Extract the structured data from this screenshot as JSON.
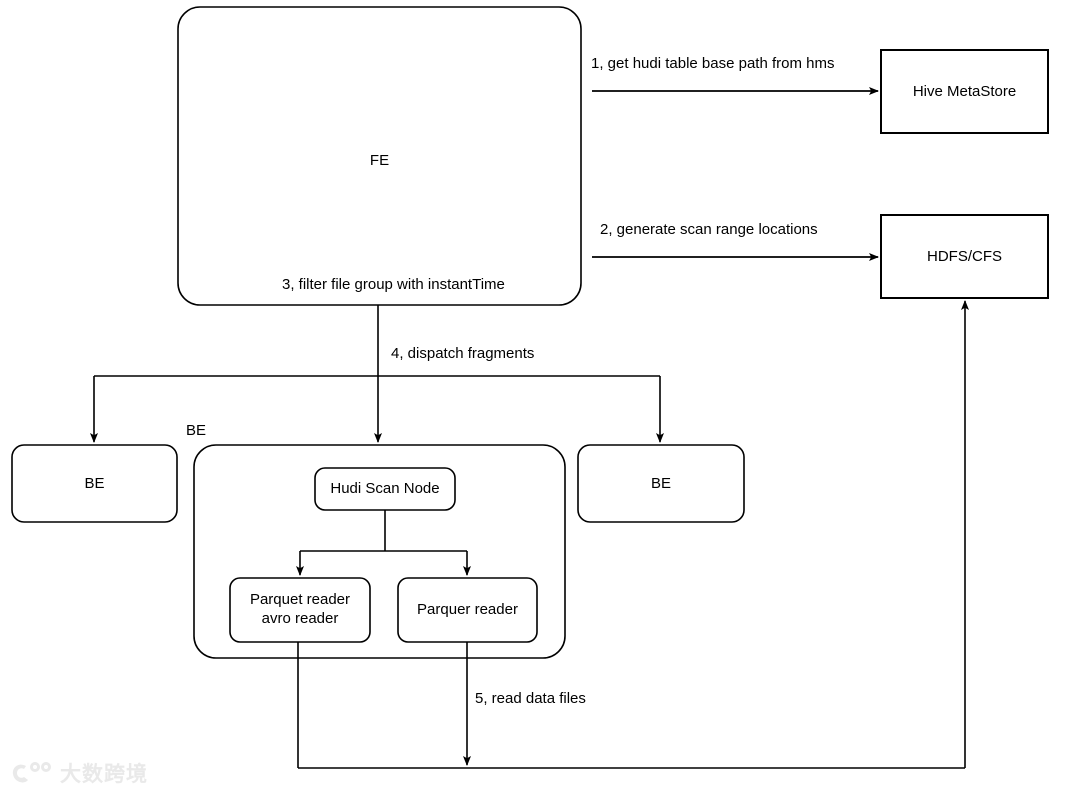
{
  "diagram": {
    "type": "flow-architecture",
    "background": "#ffffff",
    "stroke_color": "#000000",
    "nodes": [
      {
        "id": "fe",
        "label": "FE",
        "shape": "rounded-rect"
      },
      {
        "id": "hive",
        "label": "Hive MetaStore",
        "shape": "rect"
      },
      {
        "id": "hdfs",
        "label": "HDFS/CFS",
        "shape": "rect"
      },
      {
        "id": "be-left",
        "label": "BE",
        "shape": "rounded-rect"
      },
      {
        "id": "be-center",
        "label": "BE",
        "shape": "rounded-rect"
      },
      {
        "id": "be-right",
        "label": "BE",
        "shape": "rounded-rect"
      },
      {
        "id": "hudi-scan",
        "label": "Hudi Scan Node",
        "shape": "rounded-rect"
      },
      {
        "id": "parquet-avro",
        "label": "Parquet reader\navro reader",
        "shape": "rounded-rect"
      },
      {
        "id": "parquer",
        "label": "Parquer reader",
        "shape": "rounded-rect"
      }
    ],
    "edge_labels": [
      {
        "id": "step1",
        "text": "1, get hudi table base path from hms"
      },
      {
        "id": "step2",
        "text": "2,  generate scan range locations"
      },
      {
        "id": "step3",
        "text": "3,  filter file group with instantTime"
      },
      {
        "id": "step4",
        "text": "4, dispatch fragments"
      },
      {
        "id": "step5",
        "text": "5, read data files"
      }
    ]
  },
  "watermark": {
    "text": "大数跨境",
    "color": "#e9e9e9"
  }
}
